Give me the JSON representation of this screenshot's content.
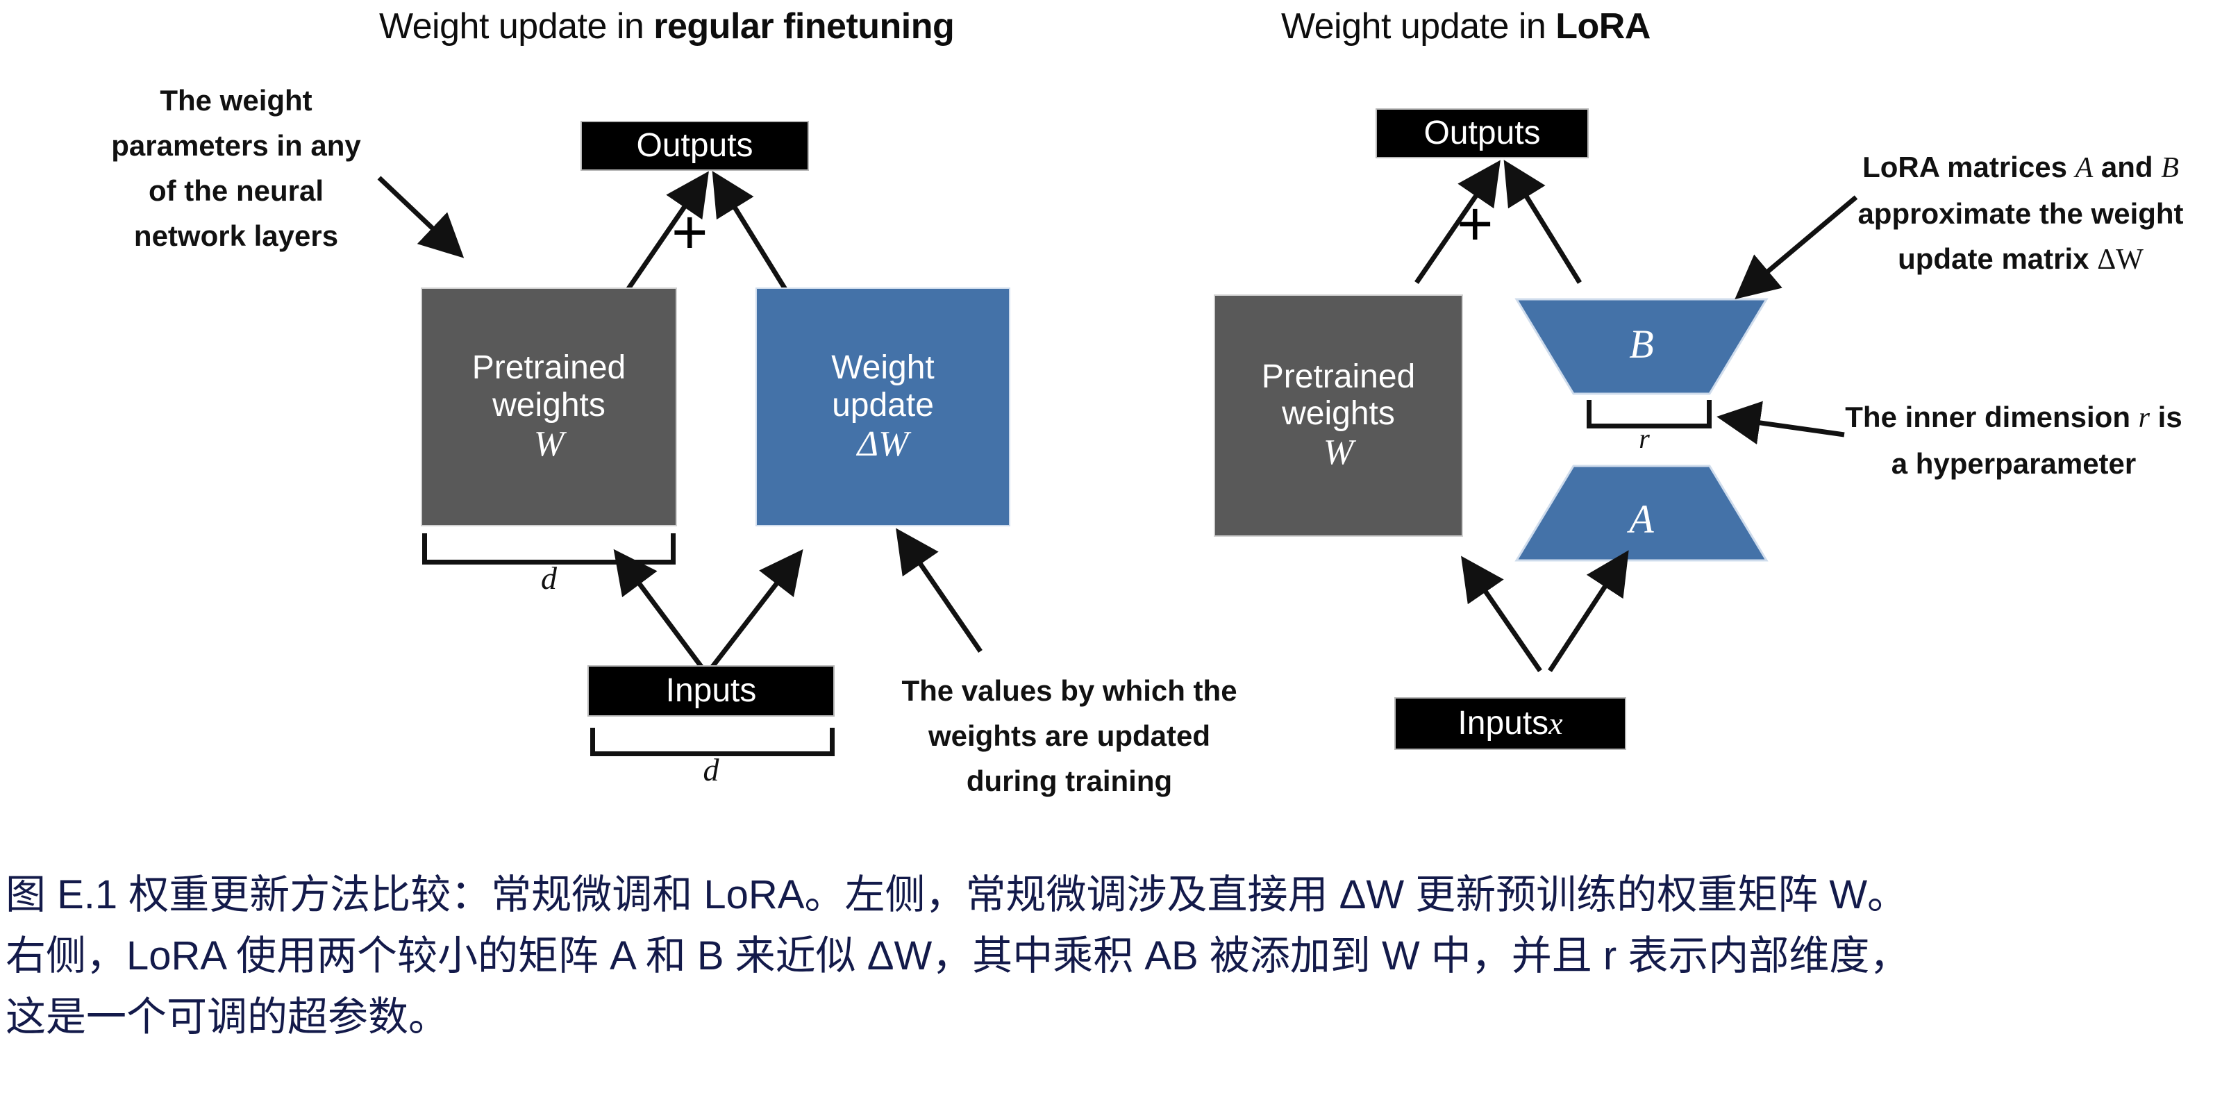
{
  "figure": {
    "left_panel": {
      "title_prefix": "Weight update in ",
      "title_bold": "regular finetuning",
      "outputs_box": "Outputs",
      "plus_symbol": "+",
      "pretrained_line1": "Pretrained",
      "pretrained_line2": "weights",
      "pretrained_math": "W",
      "weight_update_line1": "Weight",
      "weight_update_line2": "update",
      "weight_update_math": "ΔW",
      "inputs_box": "Inputs",
      "bracket_d_top": "d",
      "bracket_d_bottom": "d",
      "annotation_left": "The weight parameters in any of the neural network layers",
      "annotation_left_lines": [
        "The weight",
        "parameters in any",
        "of the neural",
        "network layers"
      ],
      "annotation_right_lines": [
        "The values by which the",
        "weights are updated",
        "during training"
      ]
    },
    "right_panel": {
      "title_prefix": "Weight update in ",
      "title_bold": "LoRA",
      "outputs_box": "Outputs",
      "plus_symbol": "+",
      "pretrained_line1": "Pretrained",
      "pretrained_line2": "weights",
      "pretrained_math": "W",
      "matrix_b_label": "B",
      "matrix_a_label": "A",
      "bracket_r_label": "r",
      "inputs_box_prefix": "Inputs ",
      "inputs_box_math": "x",
      "annotation_matrices_lines": [
        "LoRA matrices A and B",
        "approximate the weight",
        "update matrix ΔW"
      ],
      "annotation_matrices_parts": {
        "l1a": "LoRA matrices ",
        "l1b": "A",
        "l1c": " and ",
        "l1d": "B",
        "l2": "approximate the weight",
        "l3a": "update matrix ",
        "l3b": "ΔW"
      },
      "annotation_rank_lines": [
        "The inner dimension r is",
        "a hyperparameter"
      ],
      "annotation_rank_parts": {
        "l1a": "The inner dimension ",
        "l1b": "r",
        "l1c": " is",
        "l2": "a hyperparameter"
      }
    }
  },
  "caption": {
    "line1": "图 E.1 权重更新方法比较：常规微调和 LoRA。左侧，常规微调涉及直接用 ΔW 更新预训练的权重矩阵 W。",
    "line2": "右侧，LoRA 使用两个较小的矩阵 A 和 B 来近似 ΔW，其中乘积 AB 被添加到 W 中，并且 r 表示内部维度，",
    "line3": "这是一个可调的超参数。"
  },
  "colors": {
    "blue": "#4472a8",
    "gray": "#595959",
    "black": "#000000",
    "caption_text": "#131a4a",
    "white": "#ffffff"
  }
}
